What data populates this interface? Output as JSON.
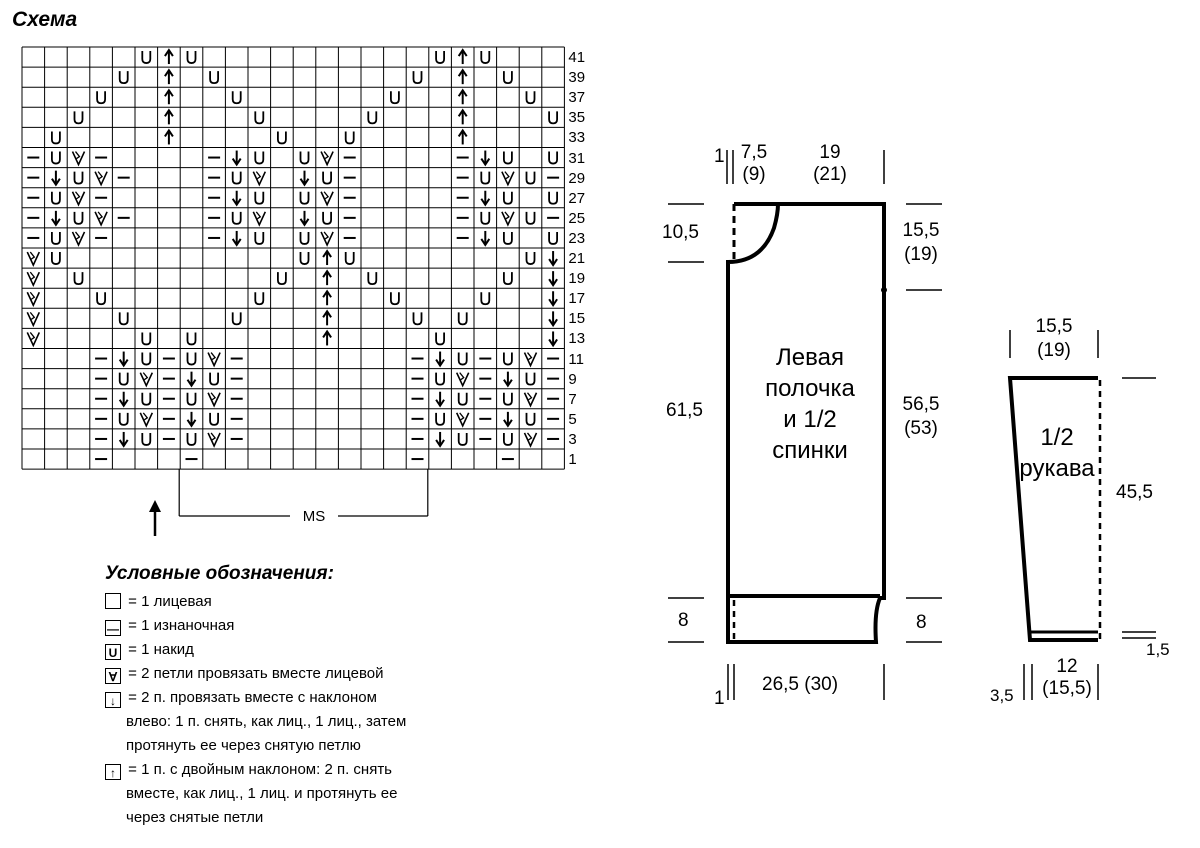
{
  "title": "Схема",
  "chart": {
    "cols": 24,
    "rows": 21,
    "row_numbers": [
      "41",
      "39",
      "37",
      "35",
      "33",
      "31",
      "29",
      "27",
      "25",
      "23",
      "21",
      "19",
      "17",
      "15",
      "13",
      "11",
      "9",
      "7",
      "5",
      "3",
      "1"
    ],
    "ms_label": "MS",
    "cells": [
      ".....UAU..........UAU...",
      "....U.A.U........U.A.U..",
      "...U..A..U......U..A..U.",
      "..U...A...U....U...A...U",
      ".U....A....U..U....A....",
      "-UK-....-DU.UK-....-DU.U",
      "-DUK-...-UK.DU-....-UKU-",
      "-UK-....-DU.UK-....-DU.U",
      "-DUK-...-UK.DU-....-UKU-",
      "-UK-....-DU.UK-....-DU.U",
      "KU..........UAU.......UD",
      "K.U........U.A.U.....U.D",
      "K..U......U..A..U...U..D",
      "K...U....U...A...U.U...D",
      "K....U.U.....A....U....D",
      "...-DU-UK-.......-DU-UK-",
      "...-UK-DU-.......-UK-DU-",
      "...-DU-UK-.......-DU-UK-",
      "...-UK-DU-.......-UK-DU-",
      "...-DU-UK-.......-DU-UK-",
      "...-...-.........-...-.."
    ]
  },
  "legend": {
    "title": "Условные обозначения:",
    "items": [
      {
        "symbol": "empty",
        "text": "= 1 лицевая"
      },
      {
        "symbol": "dash",
        "text": "= 1 изнаночная"
      },
      {
        "symbol": "yo",
        "text": "= 1 накид"
      },
      {
        "symbol": "k2tog",
        "text": "= 2 петли провязать вместе лицевой"
      },
      {
        "symbol": "ssk",
        "text": "= 2 п. провязать вместе с наклоном"
      },
      {
        "symbol": "cdd",
        "text": "= 1 п. с двойным наклоном: 2 п. снять"
      }
    ],
    "cont_ssk_1": "влево: 1 п. снять, как лиц., 1 лиц., затем",
    "cont_ssk_2": "протянуть ее через снятую петлю",
    "cont_cdd_1": "вместе, как лиц., 1 лиц. и протянуть ее",
    "cont_cdd_2": "через снятые петли"
  },
  "front_piece": {
    "label_1": "Левая",
    "label_2": "полочка",
    "label_3": "и 1/2",
    "label_4": "спинки",
    "dim_top_small_a": "1",
    "dim_top_small_b": "7,5",
    "dim_top_small_c": "(9)",
    "dim_top_wide_a": "19",
    "dim_top_wide_b": "(21)",
    "dim_neck": "10,5",
    "dim_armhole_a": "15,5",
    "dim_armhole_b": "(19)",
    "dim_left_height": "61,5",
    "dim_right_a": "56,5",
    "dim_right_b": "(53)",
    "dim_rib_left": "8",
    "dim_rib_right": "8",
    "dim_bottom": "26,5 (30)",
    "dim_bottom_small": "1"
  },
  "sleeve": {
    "label_1": "1/2",
    "label_2": "рукава",
    "dim_top_a": "15,5",
    "dim_top_b": "(19)",
    "dim_length": "45,5",
    "dim_cuff": "1,5",
    "dim_bottom_a": "12",
    "dim_bottom_b": "(15,5)",
    "dim_bottom_small": "3,5"
  }
}
